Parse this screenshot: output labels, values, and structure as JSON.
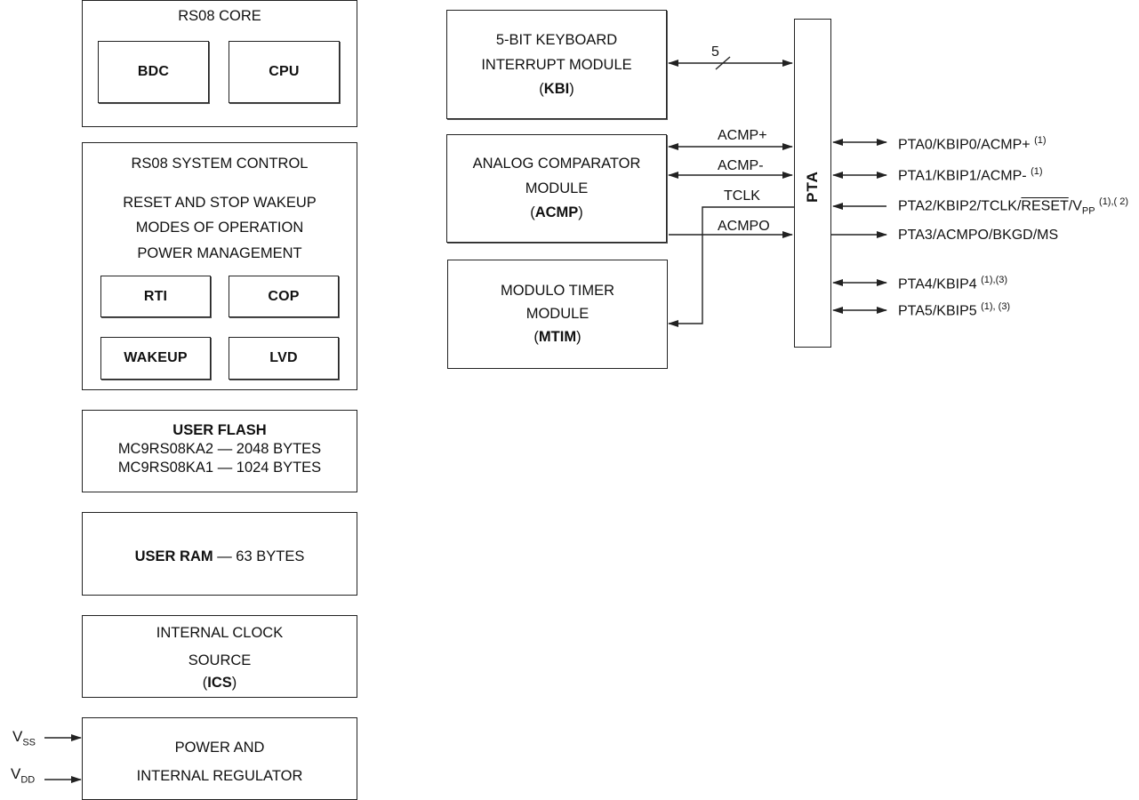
{
  "rs08_core": {
    "title": "RS08 CORE",
    "bdc": "BDC",
    "cpu": "CPU"
  },
  "system_control": {
    "title": "RS08 SYSTEM CONTROL",
    "line1": "RESET AND STOP WAKEUP",
    "line2": "MODES OF OPERATION",
    "line3": "POWER MANAGEMENT",
    "rti": "RTI",
    "cop": "COP",
    "wakeup": "WAKEUP",
    "lvd": "LVD"
  },
  "user_flash": {
    "title": "USER FLASH",
    "line1": "MC9RS08KA2 — 2048 BYTES",
    "line2": "MC9RS08KA1 — 1024 BYTES"
  },
  "user_ram": {
    "title": "USER RAM",
    "rest": " — 63 BYTES"
  },
  "ics": {
    "line1": "INTERNAL CLOCK",
    "line2": "SOURCE",
    "open": "(",
    "abbr": "ICS",
    "close": ")"
  },
  "power": {
    "line1": "POWER AND",
    "line2": "INTERNAL REGULATOR",
    "vss_main": "V",
    "vss_sub": "SS",
    "vdd_main": "V",
    "vdd_sub": "DD"
  },
  "kbi": {
    "line1": "5-BIT KEYBOARD",
    "line2": "INTERRUPT MODULE",
    "open": "(",
    "abbr": "KBI",
    "close": ")",
    "bus_width": "5"
  },
  "acmp": {
    "line1": "ANALOG COMPARATOR",
    "line2": "MODULE",
    "open": "(",
    "abbr": "ACMP",
    "close": ")",
    "sig_plus": "ACMP+",
    "sig_minus": "ACMP-",
    "sig_tclk": "TCLK",
    "sig_out": "ACMPO"
  },
  "mtim": {
    "line1": "MODULO TIMER",
    "line2": "MODULE",
    "open": "(",
    "abbr": "MTIM",
    "close": ")"
  },
  "pta": {
    "label": "PTA"
  },
  "pins": {
    "pta0": "PTA0/KBIP0/ACMP+",
    "pta0_note": "(1)",
    "pta1": "PTA1/KBIP1/ACMP-",
    "pta1_note": "(1)",
    "pta2_pre": "PTA2/KBIP2/TCLK/",
    "pta2_reset": "RESET",
    "pta2_slash": "/V",
    "pta2_sub": "PP",
    "pta2_note": "(1),( 2)",
    "pta3": "PTA3/ACMPO/BKGD/MS",
    "pta4": "PTA4/KBIP4",
    "pta4_note": "(1),(3)",
    "pta5": "PTA5/KBIP5",
    "pta5_note": "(1), (3)"
  },
  "colors": {
    "line": "#222222",
    "background": "#ffffff"
  }
}
